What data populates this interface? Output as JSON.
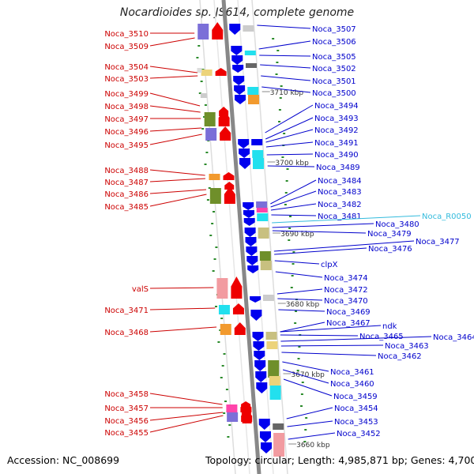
{
  "title": "Nocardioides sp. JS614, complete genome",
  "footer": {
    "accession": "Accession: NC_008699",
    "summary": "Topology: circular; Length: 4,985,871 bp; Genes: 4,700"
  },
  "colors": {
    "left_label": "#cc0000",
    "right_label": "#0000cc",
    "rna_label": "#33bbdd",
    "minus_arrow": "#0000ee",
    "plus_arrow": "#ee0000",
    "backbone": "#888888"
  },
  "ticks": [
    "3710 kbp",
    "3700 kbp",
    "3690 kbp",
    "3680 kbp",
    "3670 kbp",
    "3660 kbp"
  ],
  "left_genes": [
    "Noca_3510",
    "Noca_3509",
    "Noca_3504",
    "Noca_3503",
    "Noca_3499",
    "Noca_3498",
    "Noca_3497",
    "Noca_3496",
    "Noca_3495",
    "Noca_3488",
    "Noca_3487",
    "Noca_3486",
    "Noca_3485",
    "valS",
    "Noca_3471",
    "Noca_3468",
    "Noca_3458",
    "Noca_3457",
    "Noca_3456",
    "Noca_3455"
  ],
  "right_genes": [
    "Noca_3507",
    "Noca_3506",
    "Noca_3505",
    "Noca_3502",
    "Noca_3501",
    "Noca_3500",
    "Noca_3494",
    "Noca_3493",
    "Noca_3492",
    "Noca_3491",
    "Noca_3490",
    "Noca_3489",
    "Noca_3484",
    "Noca_3483",
    "Noca_3482",
    "Noca_3481",
    "Noca_R0050",
    "Noca_3480",
    "Noca_3479",
    "Noca_3477",
    "Noca_3476",
    "clpX",
    "Noca_3474",
    "Noca_3472",
    "Noca_3470",
    "Noca_3469",
    "Noca_3467",
    "ndk",
    "Noca_3465",
    "Noca_3464",
    "Noca_3463",
    "Noca_3462",
    "Noca_3461",
    "Noca_3460",
    "Noca_3459",
    "Noca_3454",
    "Noca_3453",
    "Noca_3452"
  ],
  "rna_genes": [
    "Noca_R0050"
  ]
}
